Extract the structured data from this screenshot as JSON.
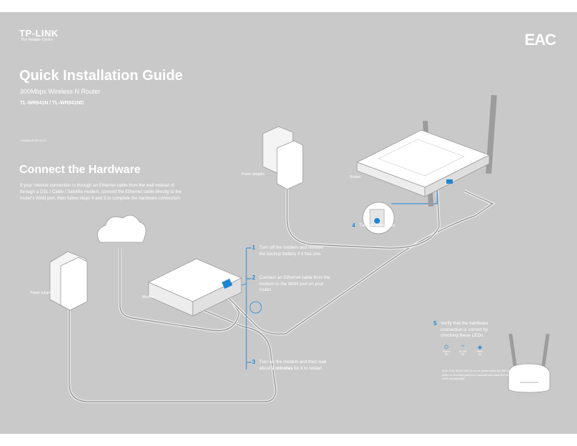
{
  "brand": {
    "logo": "TP-LINK",
    "tagline": "The Reliable Choice",
    "eac_mark": "EAC"
  },
  "cover": {
    "title": "Quick Installation Guide",
    "subtitle": "300Mbps Wireless N Router",
    "models": "TL-WR841N / TL-WR841ND",
    "doc_code": "7106508148  REV10.0.1"
  },
  "section": {
    "heading": "Connect the Hardware",
    "intro": "If your Internet connection is through an Ethernet cable from the wall instead of through a DSL / Cable / Satellite modem, connect the Ethernet cable directly to the router's WAN port, then follow steps 4 and 5 to complete the hardware connection."
  },
  "labels": {
    "power_adapter_left": "Power adapter",
    "power_adapter_right": "Power adapter",
    "router": "Router",
    "modem": "Modem",
    "internet": "Internet"
  },
  "steps": [
    {
      "num": "1",
      "text": "Turn off the modem and remove the backup battery if it has one."
    },
    {
      "num": "2",
      "text": "Connect an Ethernet cable from the modem to the WAN port on your router."
    },
    {
      "num": "3",
      "pre": "Turn on the modem and then wait about ",
      "bold": "2 minutes",
      "post": " for it to restart."
    },
    {
      "num": "4",
      "text": "Turn on the router."
    },
    {
      "num": "5",
      "text": "Verify that the hardware connection is correct by checking these LEDs."
    }
  ],
  "leds": [
    {
      "name": "Power",
      "state": "On",
      "icon": "power-icon"
    },
    {
      "name": "WLAN",
      "state": "On",
      "icon": "wifi-icon"
    },
    {
      "name": "WAN",
      "state": "On",
      "icon": "globe-icon"
    }
  ],
  "note": "Note: If the WLAN LED is not on, please press the WiFi ON/OFF button on the back panel for 4 seconds and check the LEDs again in a few seconds later.",
  "colors": {
    "accent": "#1e86d1",
    "background": "#c9c9ca",
    "text": "#ffffff"
  }
}
